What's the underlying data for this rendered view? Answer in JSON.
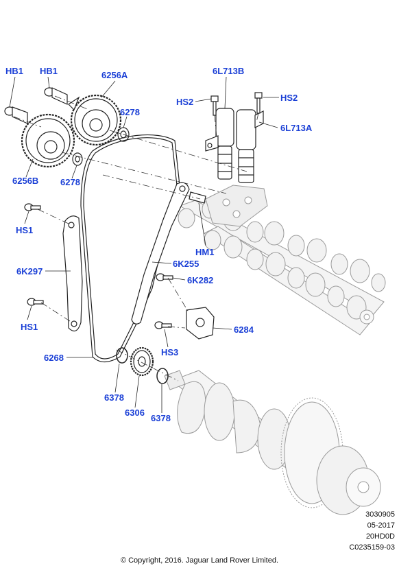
{
  "callouts": {
    "hb1_left": "HB1",
    "hb1_right": "HB1",
    "p6256a": "6256A",
    "p6278_top": "6278",
    "p6256b": "6256B",
    "p6278_bottom": "6278",
    "p6l713b": "6L713B",
    "hs2_left": "HS2",
    "hs2_right": "HS2",
    "p6l713a": "6L713A",
    "hs1_top": "HS1",
    "hm1": "HM1",
    "p6k297": "6K297",
    "p6k255": "6K255",
    "p6k282": "6K282",
    "hs1_bottom": "HS1",
    "p6284": "6284",
    "hs3": "HS3",
    "p6268": "6268",
    "p6378_left": "6378",
    "p6306": "6306",
    "p6378_right": "6378"
  },
  "meta": {
    "line1": "3030905",
    "line2": "05-2017",
    "line3": "20HD0D",
    "line4": "C0235159-03"
  },
  "copyright": "© Copyright, 2016. Jaguar Land Rover Limited.",
  "colors": {
    "callout": "#1a3fd6",
    "part_stroke": "#222222",
    "ghost_stroke": "#9a9a9a",
    "ghost_fill": "#f2f2f2"
  }
}
